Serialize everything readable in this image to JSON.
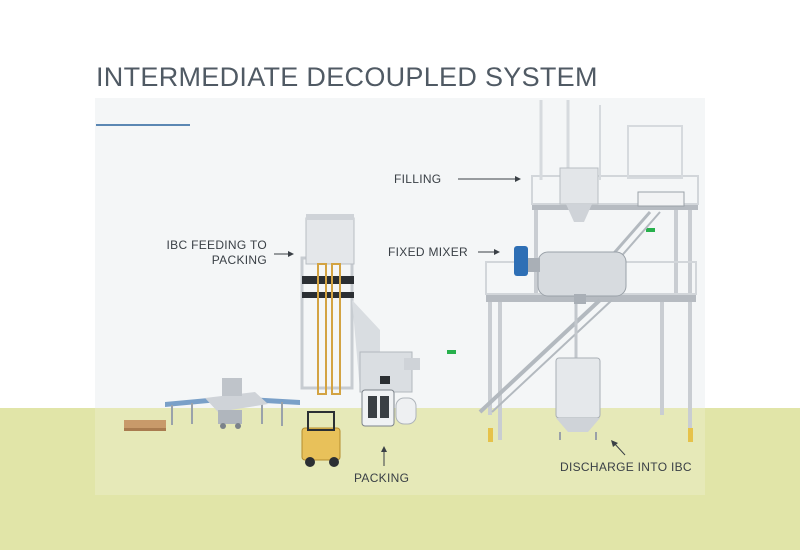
{
  "title": "INTERMEDIATE DECOUPLED SYSTEM",
  "colors": {
    "title": "#505a64",
    "accent_rule": "#5b87b3",
    "floor": "#e1e5a8",
    "steel": "#c9cdd2",
    "forklift": "#e8c15a",
    "motor": "#2e6fb5",
    "indicator": "#27b04c"
  },
  "labels": {
    "filling": "FILLING",
    "fixed_mixer": "FIXED MIXER",
    "ibc_feeding_line1": "IBC FEEDING TO",
    "ibc_feeding_line2": "PACKING",
    "packing": "PACKING",
    "discharge": "DISCHARGE INTO IBC"
  }
}
